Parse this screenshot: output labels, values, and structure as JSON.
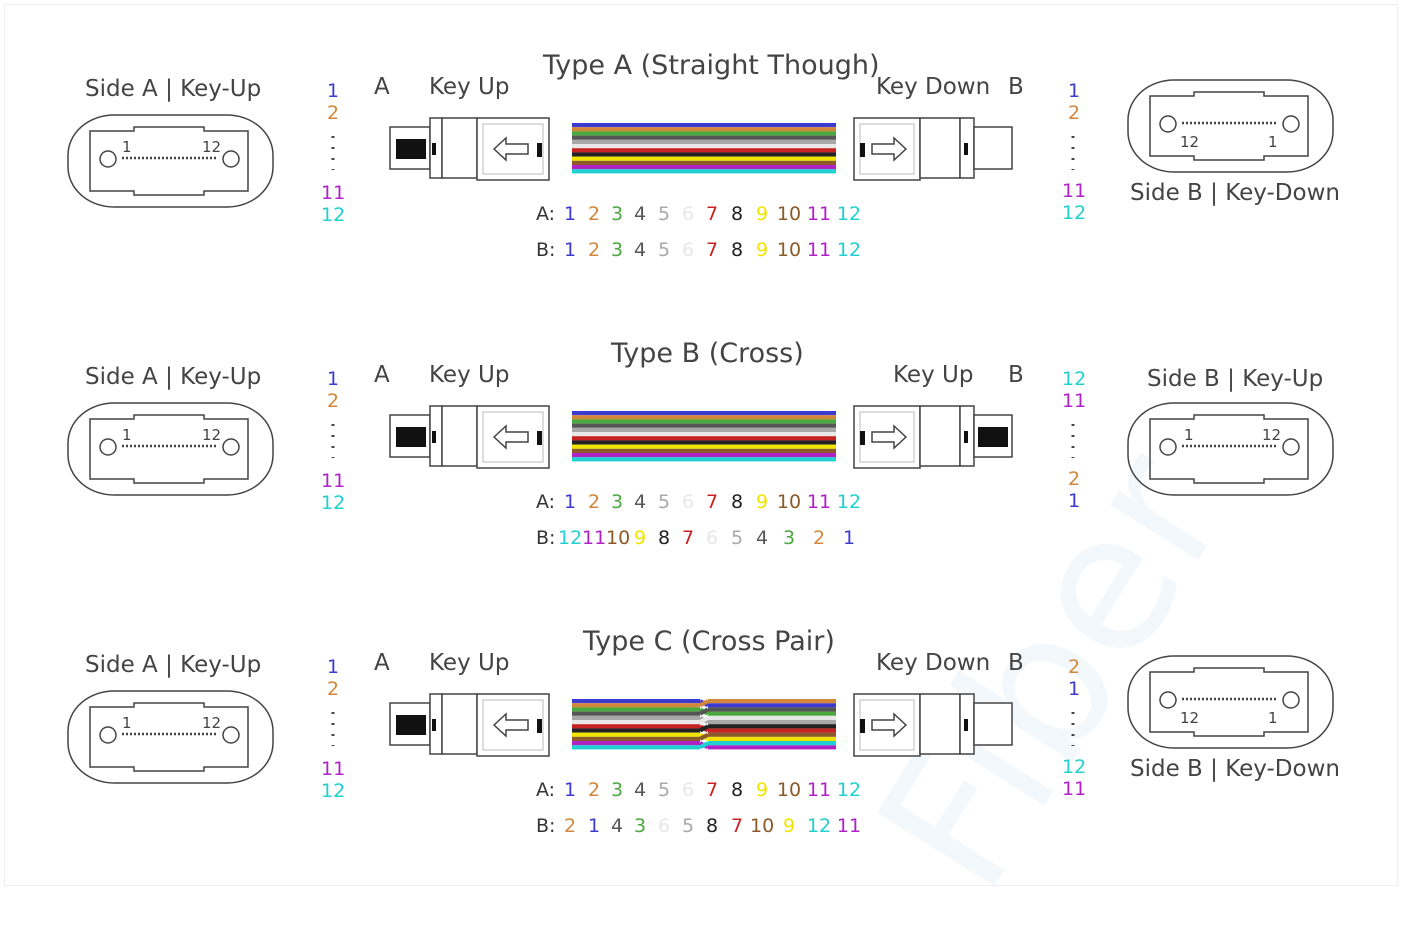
{
  "colors": {
    "1": "#3b3bd0",
    "2": "#d2873a",
    "3": "#4aa83f",
    "4": "#555555",
    "5": "#a8a8a8",
    "6": "#e8e8e8",
    "7": "#c82222",
    "8": "#222222",
    "9": "#f2e400",
    "10": "#8b5a2b",
    "11": "#b022c8",
    "12": "#20d0d0",
    "line": "#444444"
  },
  "watermark": "Fiber",
  "diagrams": [
    {
      "title": "Type A (Straight Though)",
      "left_end": "A",
      "left_key": "Key Up",
      "right_key": "Key Down",
      "right_end": "B",
      "side_a": "Side A | Key-Up",
      "side_b": "Side B | Key-Down",
      "left_fibers_top": [
        "1",
        "2"
      ],
      "left_fibers_bottom": [
        "11",
        "12"
      ],
      "right_fibers_top": [
        "1",
        "2"
      ],
      "right_fibers_bottom": [
        "11",
        "12"
      ],
      "map_a_label": "A:",
      "map_b_label": "B:",
      "map_a": [
        "1",
        "2",
        "3",
        "4",
        "5",
        "6",
        "7",
        "8",
        "9",
        "10",
        "11",
        "12"
      ],
      "map_b": [
        "1",
        "2",
        "3",
        "4",
        "5",
        "6",
        "7",
        "8",
        "9",
        "10",
        "11",
        "12"
      ],
      "conn_a_nums": [
        "1",
        "12"
      ],
      "conn_b_nums": [
        "12",
        "1"
      ]
    },
    {
      "title": "Type B (Cross)",
      "left_end": "A",
      "left_key": "Key Up",
      "right_key": "Key Up",
      "right_end": "B",
      "side_a": "Side A | Key-Up",
      "side_b": "Side B | Key-Up",
      "left_fibers_top": [
        "1",
        "2"
      ],
      "left_fibers_bottom": [
        "11",
        "12"
      ],
      "right_fibers_top": [
        "12",
        "11"
      ],
      "right_fibers_bottom": [
        "2",
        "1"
      ],
      "map_a_label": "A:",
      "map_b_label": "B:",
      "map_a": [
        "1",
        "2",
        "3",
        "4",
        "5",
        "6",
        "7",
        "8",
        "9",
        "10",
        "11",
        "12"
      ],
      "map_b": [
        "12",
        "11",
        "10",
        "9",
        "8",
        "7",
        "6",
        "5",
        "4",
        "3",
        "2",
        "1"
      ],
      "conn_a_nums": [
        "1",
        "12"
      ],
      "conn_b_nums": [
        "1",
        "12"
      ]
    },
    {
      "title": "Type C (Cross Pair)",
      "left_end": "A",
      "left_key": "Key Up",
      "right_key": "Key Down",
      "right_end": "B",
      "side_a": "Side A | Key-Up",
      "side_b": "Side B | Key-Down",
      "left_fibers_top": [
        "1",
        "2"
      ],
      "left_fibers_bottom": [
        "11",
        "12"
      ],
      "right_fibers_top": [
        "2",
        "1"
      ],
      "right_fibers_bottom": [
        "12",
        "11"
      ],
      "map_a_label": "A:",
      "map_b_label": "B:",
      "map_a": [
        "1",
        "2",
        "3",
        "4",
        "5",
        "6",
        "7",
        "8",
        "9",
        "10",
        "11",
        "12"
      ],
      "map_b": [
        "2",
        "1",
        "4",
        "3",
        "6",
        "5",
        "8",
        "7",
        "10",
        "9",
        "12",
        "11"
      ],
      "conn_a_nums": [
        "1",
        "12"
      ],
      "conn_b_nums": [
        "12",
        "1"
      ]
    }
  ]
}
